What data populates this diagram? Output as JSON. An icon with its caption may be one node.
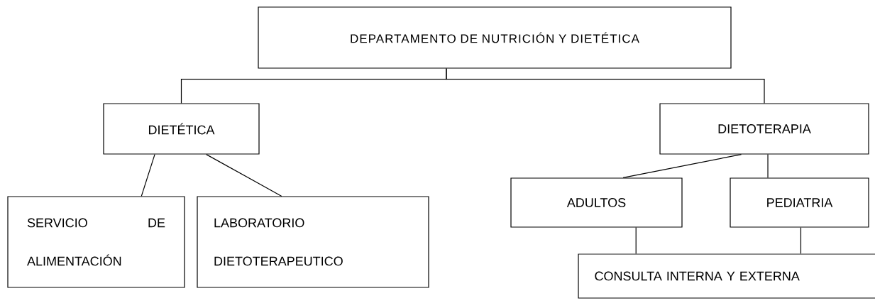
{
  "diagram": {
    "nodes": [
      {
        "text": [
          "DEPARTAMENTO DE NUTRICIÓN Y DIETÉTICA"
        ]
      },
      {
        "text": [
          "DIETÉTICA"
        ]
      },
      {
        "text": [
          "DIETOTERAPIA"
        ]
      },
      {
        "text": [
          "SERVICIO DE ALIMENTACIÓN"
        ]
      },
      {
        "text": [
          "LABORATORIO DIETOTERAPEUTICO"
        ]
      },
      {
        "text": [
          "ADULTOS"
        ]
      },
      {
        "text": [
          "PEDIATRIA"
        ]
      },
      {
        "text": [
          "CONSULTA INTERNA Y EXTERNA"
        ]
      }
    ],
    "edges": [
      {
        "from": 0,
        "to": 1,
        "arrow": "none"
      },
      {
        "from": 0,
        "to": 2,
        "arrow": "none"
      },
      {
        "from": 1,
        "to": 3,
        "arrow": "none"
      },
      {
        "from": 1,
        "to": 4,
        "arrow": "none"
      },
      {
        "from": 2,
        "to": 5,
        "arrow": "none"
      },
      {
        "from": 2,
        "to": 6,
        "arrow": "none"
      },
      {
        "from": 5,
        "to": 7,
        "arrow": "none"
      },
      {
        "from": 6,
        "to": 7,
        "arrow": "none"
      }
    ]
  }
}
